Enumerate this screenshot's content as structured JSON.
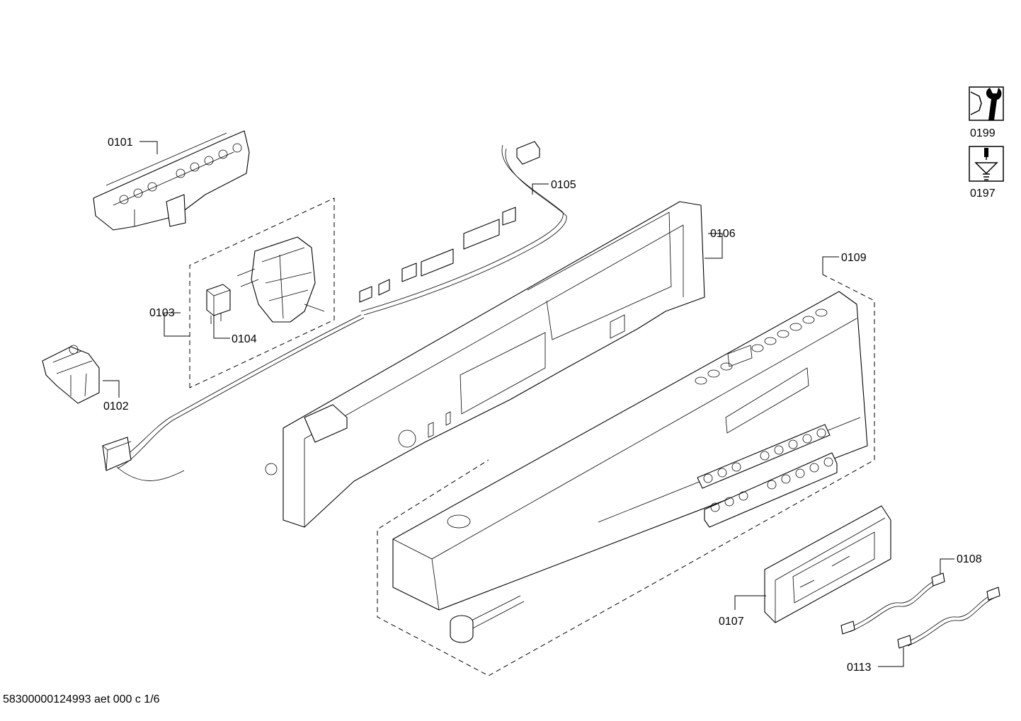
{
  "labels": {
    "p0101": "0101",
    "p0102": "0102",
    "p0103": "0103",
    "p0104": "0104",
    "p0105": "0105",
    "p0106": "0106",
    "p0107": "0107",
    "p0108": "0108",
    "p0109": "0109",
    "p0113": "0113",
    "p0197": "0197",
    "p0199": "0199"
  },
  "icons": {
    "service": "wrench-icon",
    "screw": "screw-icon"
  },
  "footer": {
    "doc_code": "58300000124993 aet 000 c 1/6"
  }
}
